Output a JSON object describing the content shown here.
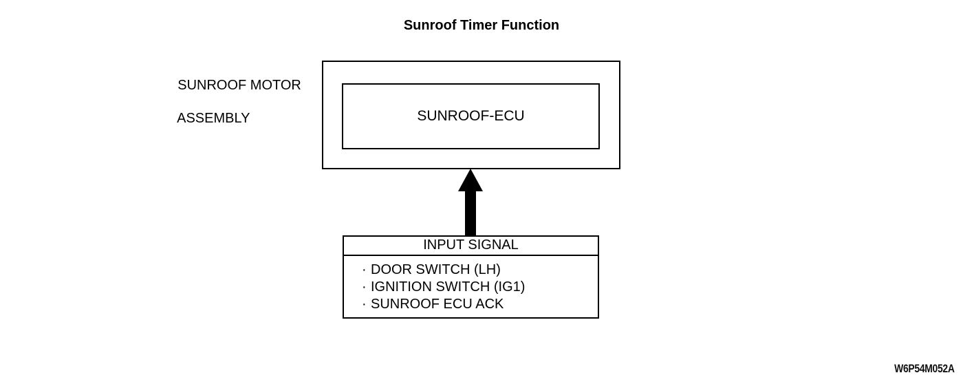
{
  "diagram": {
    "title": "Sunroof Timer Function",
    "figure_code": "W6P54M052A",
    "colors": {
      "background": "#ffffff",
      "stroke": "#000000",
      "text": "#000000",
      "arrow_fill": "#000000"
    }
  },
  "assembly": {
    "label_line1": "SUNROOF MOTOR",
    "label_line2": "ASSEMBLY",
    "ecu_label": "SUNROOF-ECU"
  },
  "arrow": {
    "icon": "up-arrow-icon",
    "direction": "up",
    "meaning": "input signal to sunroof ECU"
  },
  "input_signal": {
    "header": "INPUT SIGNAL",
    "bullet": "·",
    "items": [
      "DOOR SWITCH (LH)",
      "IGNITION SWITCH (IG1)",
      "SUNROOF ECU ACK"
    ]
  }
}
